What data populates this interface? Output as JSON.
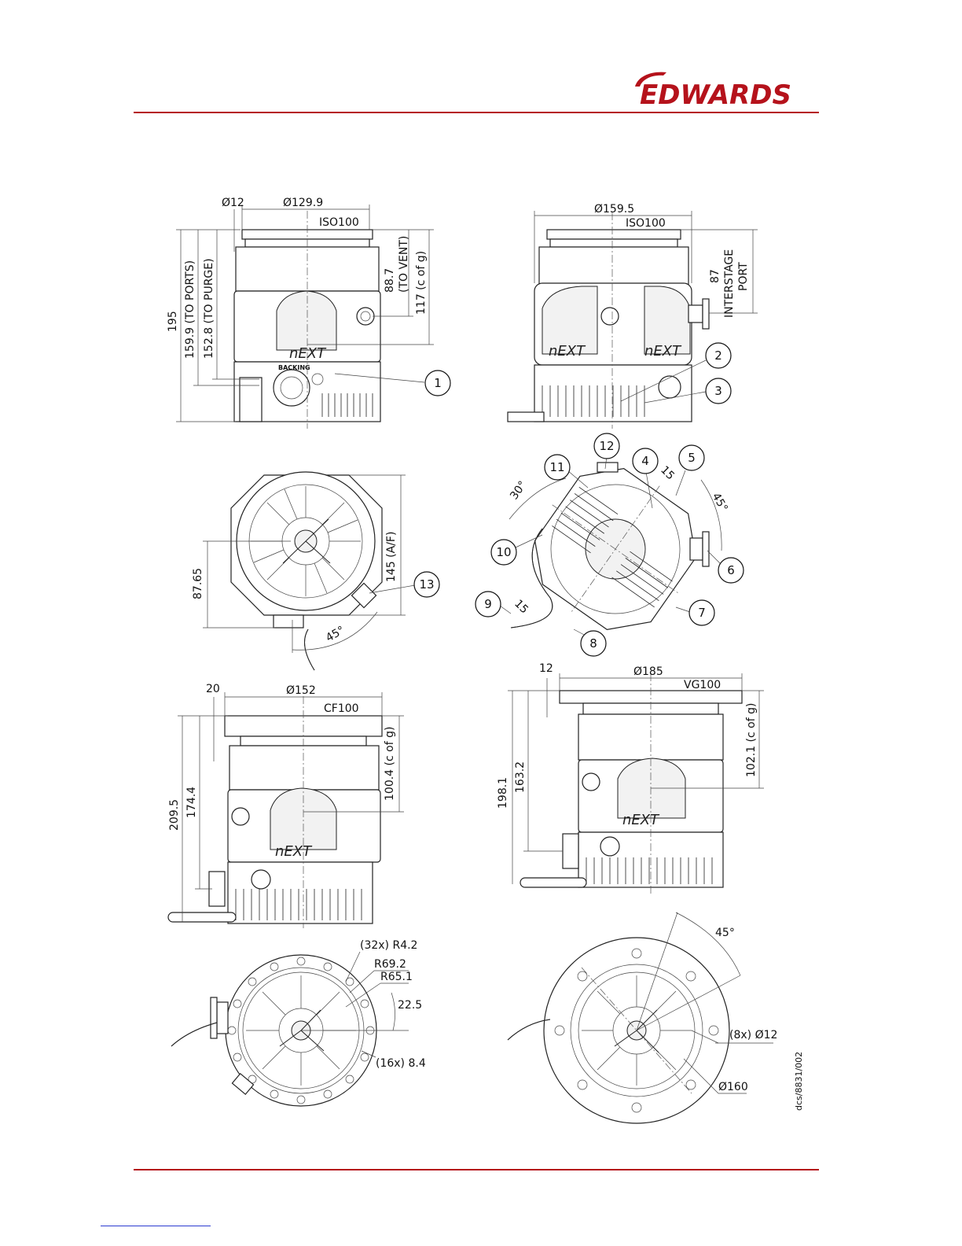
{
  "brand": {
    "name": "EDWARDS",
    "color": "#b5121b"
  },
  "doc_ref": "dcs/8831/002",
  "views": {
    "iso_side": {
      "dims": {
        "d_small": "Ø12",
        "diameter": "Ø129.9",
        "flange": "ISO100",
        "h_total": "195",
        "h_ports": "159.9 (TO PORTS)",
        "h_purge": "152.8 (TO PURGE)",
        "h_vent": "88.7\n(TO VENT)",
        "h_cog": "117 (c of g)"
      },
      "label_backing": "BACKING",
      "callouts": [
        "1"
      ]
    },
    "iso_front": {
      "dims": {
        "diameter": "Ø159.5",
        "flange": "ISO100",
        "interstage": "87\nINTERSTAGE\nPORT"
      },
      "callouts": [
        "2",
        "3"
      ]
    },
    "top_plan": {
      "dims": {
        "h_offset": "87.65",
        "af": "145 (A/F)",
        "angle": "45°"
      },
      "callouts": [
        "13"
      ]
    },
    "bottom_plan": {
      "dims": {
        "angle30": "30°",
        "angle45": "45°",
        "a15a": "15",
        "a15b": "15"
      },
      "callouts": [
        "4",
        "5",
        "6",
        "7",
        "8",
        "9",
        "10",
        "11",
        "12"
      ]
    },
    "cf_side": {
      "dims": {
        "step": "20",
        "diameter": "Ø152",
        "flange": "CF100",
        "h_total": "209.5",
        "h_ports": "174.4",
        "h_cog": "100.4 (c of g)"
      }
    },
    "vg_side": {
      "dims": {
        "step": "12",
        "diameter": "Ø185",
        "flange": "VG100",
        "h_total": "198.1",
        "h_ports": "163.2",
        "h_cog": "102.1 (c of g)"
      }
    },
    "cf_plan": {
      "dims": {
        "holes": "(32x) R4.2",
        "r1": "R69.2",
        "r2": "R65.1",
        "angle": "22.5",
        "holes2": "(16x) 8.4"
      }
    },
    "vg_plan": {
      "dims": {
        "angle": "45°",
        "holes": "(8x) Ø12",
        "pcd": "Ø160"
      }
    }
  },
  "product_mark": "nEXT"
}
